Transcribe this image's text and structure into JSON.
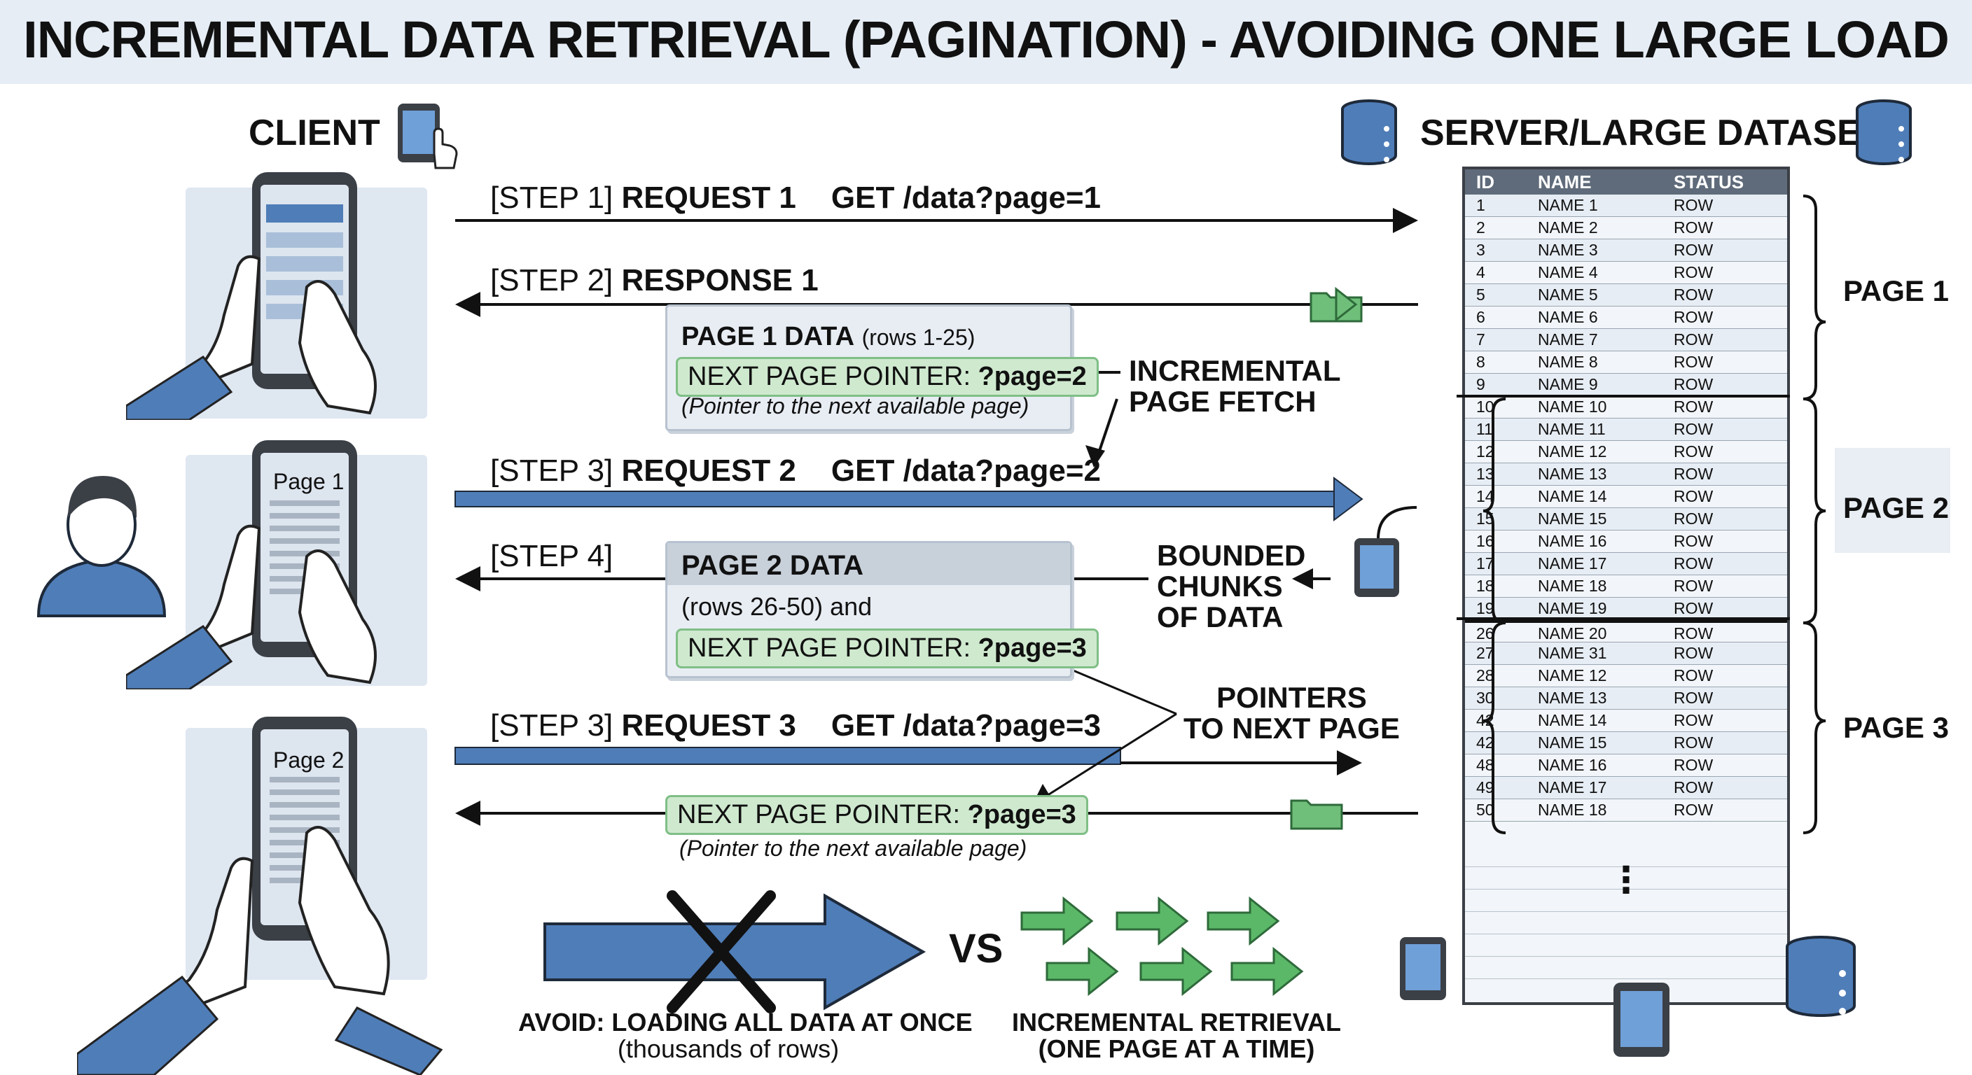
{
  "title": "INCREMENTAL DATA RETRIEVAL (PAGINATION) - AVOIDING ONE LARGE LOAD",
  "client": {
    "heading": "CLIENT",
    "phone2_screen": "Page 1",
    "phone3_screen": "Page 2"
  },
  "server": {
    "heading": "SERVER/LARGE DATASET",
    "columns": [
      "ID",
      "NAME",
      "STATUS"
    ],
    "rows": [
      [
        "1",
        "NAME 1",
        "ROW"
      ],
      [
        "2",
        "NAME 2",
        "ROW"
      ],
      [
        "3",
        "NAME 3",
        "ROW"
      ],
      [
        "4",
        "NAME 4",
        "ROW"
      ],
      [
        "5",
        "NAME 5",
        "ROW"
      ],
      [
        "6",
        "NAME 6",
        "ROW"
      ],
      [
        "7",
        "NAME 7",
        "ROW"
      ],
      [
        "8",
        "NAME 8",
        "ROW"
      ],
      [
        "9",
        "NAME 9",
        "ROW"
      ],
      [
        "10",
        "NAME 10",
        "ROW"
      ],
      [
        "11",
        "NAME 11",
        "ROW"
      ],
      [
        "12",
        "NAME 12",
        "ROW"
      ],
      [
        "13",
        "NAME 13",
        "ROW"
      ],
      [
        "14",
        "NAME 14",
        "ROW"
      ],
      [
        "15",
        "NAME 15",
        "ROW"
      ],
      [
        "16",
        "NAME 16",
        "ROW"
      ],
      [
        "17",
        "NAME 17",
        "ROW"
      ],
      [
        "18",
        "NAME 18",
        "ROW"
      ],
      [
        "19",
        "NAME 19",
        "ROW"
      ],
      [
        "26",
        "NAME 20",
        "ROW"
      ],
      [
        "27",
        "NAME 31",
        "ROW"
      ],
      [
        "28",
        "NAME 12",
        "ROW"
      ],
      [
        "30",
        "NAME 13",
        "ROW"
      ],
      [
        "42",
        "NAME 14",
        "ROW"
      ],
      [
        "42",
        "NAME 15",
        "ROW"
      ],
      [
        "48",
        "NAME 16",
        "ROW"
      ],
      [
        "49",
        "NAME 17",
        "ROW"
      ],
      [
        "50",
        "NAME 18",
        "ROW"
      ]
    ],
    "page_labels": [
      "PAGE 1",
      "PAGE 2",
      "PAGE 3"
    ],
    "ellipsis": "⋮"
  },
  "steps": {
    "s1_tag": "[STEP 1]",
    "s1_name": "REQUEST 1",
    "s1_call": "GET /data?page=1",
    "s2_tag": "[STEP 2]",
    "s2_name": "RESPONSE 1",
    "s3_tag": "[STEP 3]",
    "s3_name": "REQUEST 2",
    "s3_call": "GET /data?page=2",
    "s4_tag": "[STEP 4]",
    "s5_tag": "[STEP 3]",
    "s5_name": "REQUEST 3",
    "s5_call": "GET /data?page=3"
  },
  "box1": {
    "title_bold": "PAGE 1 DATA",
    "title_rest": "(rows 1-25)",
    "pointer_label": "NEXT PAGE POINTER:",
    "pointer_value": "?page=2",
    "note": "(Pointer to the next available page)"
  },
  "box2": {
    "title": "PAGE 2 DATA",
    "rows_text": "(rows 26-50) and",
    "pointer_label": "NEXT PAGE POINTER:",
    "pointer_value": "?page=3"
  },
  "box3": {
    "pointer_label": "NEXT PAGE POINTER:",
    "pointer_value": "?page=3",
    "note": "(Pointer to the next available page)"
  },
  "labels": {
    "incremental_1": "INCREMENTAL",
    "incremental_2": "PAGE FETCH",
    "bounded_1": "BOUNDED",
    "bounded_2": "CHUNKS",
    "bounded_3": "OF DATA",
    "pointers_1": "POINTERS",
    "pointers_2": "TO NEXT PAGE"
  },
  "comparison": {
    "vs": "VS",
    "avoid_title": "AVOID: LOADING ALL DATA AT ONCE",
    "avoid_sub": "(thousands of rows)",
    "incr_title": "INCREMENTAL RETRIEVAL",
    "incr_sub": "(ONE PAGE AT A TIME)"
  },
  "colors": {
    "arrow_blue": "#4f7db8",
    "green": "#5bb868",
    "dark": "#111111",
    "table_header": "#5f6b7a"
  },
  "icons": [
    "tablet-icon",
    "database-icon",
    "person-icon",
    "folder-icon",
    "hand-phone-icon",
    "cross-icon",
    "green-arrow-icon"
  ]
}
